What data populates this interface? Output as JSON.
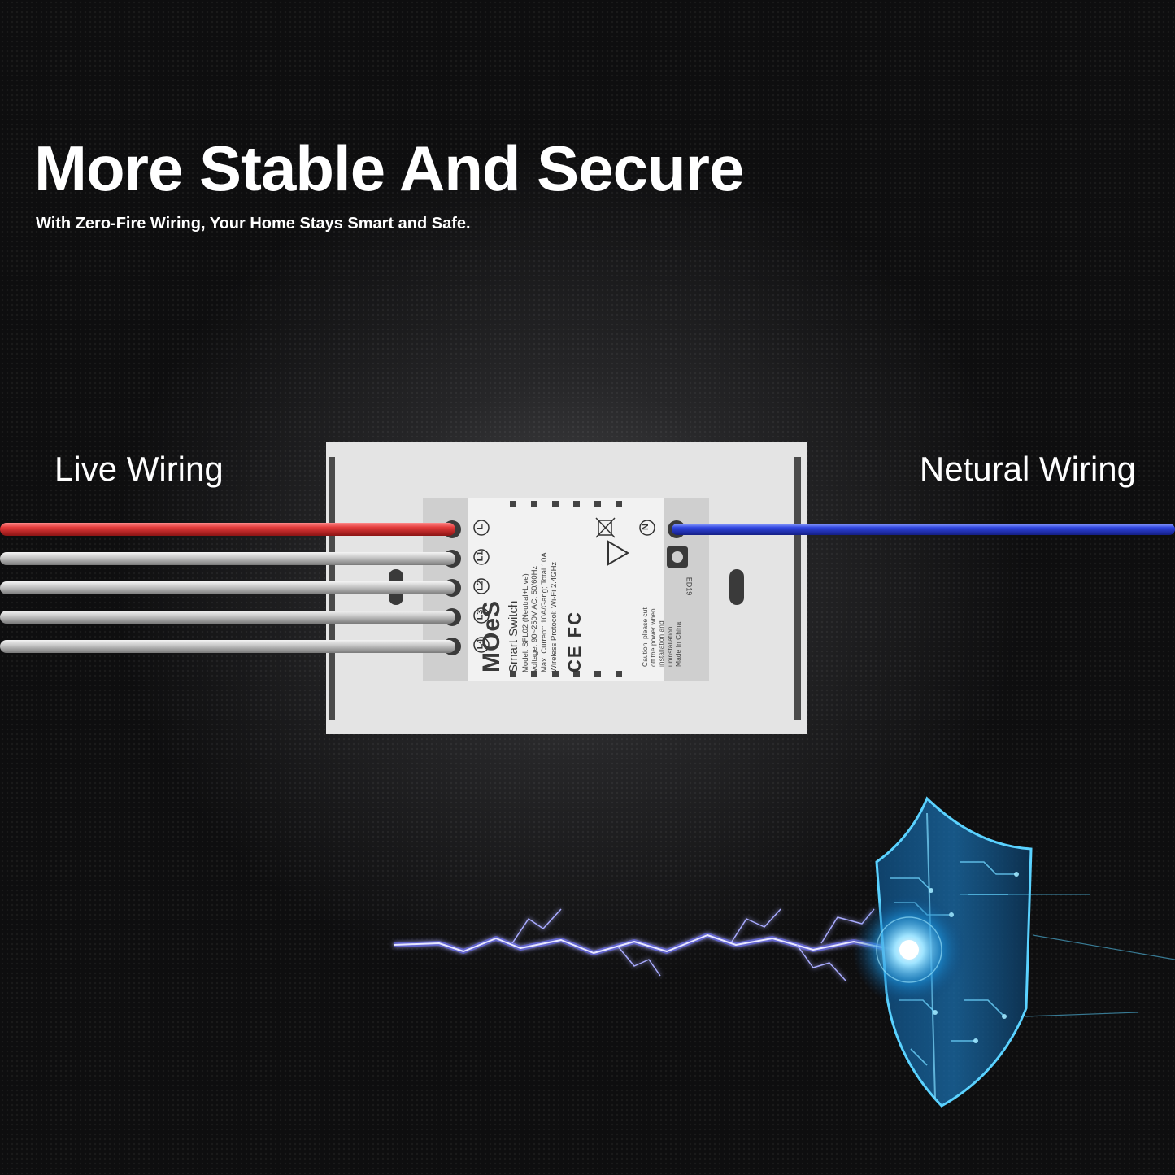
{
  "hero": {
    "title": "More Stable And Secure",
    "subtitle": "With Zero-Fire Wiring, Your Home Stays Smart and Safe."
  },
  "labels": {
    "live": "Live Wiring",
    "neutral": "Netural Wiring"
  },
  "module": {
    "brand": "MOeS",
    "product": "Smart Switch",
    "specs": [
      "Model: SFL02 (Neutral+Live)",
      "Voltage: 90~250V AC, 50/60Hz",
      "Max. Current: 10A/Gang; Total 10A",
      "Wireless Protocol: Wi-Fi 2.4GHz"
    ],
    "certs": "CE FC",
    "caution": [
      "Caution: please cut",
      "off the power when",
      "installation and",
      "uninstallation",
      "Made In China"
    ],
    "code": "ED19",
    "terminals": [
      "L",
      "L1",
      "L2",
      "L3",
      "L4",
      "N"
    ]
  },
  "colors": {
    "live_wire": "#d42d2d",
    "neutral_wire": "#2a3fd6",
    "shield_glow": "#29b6ff",
    "lightning": "#6a6cff"
  },
  "icons": [
    "shield-icon",
    "lightning-bolt-icon",
    "wheelie-bin-icon",
    "warning-triangle-icon"
  ]
}
